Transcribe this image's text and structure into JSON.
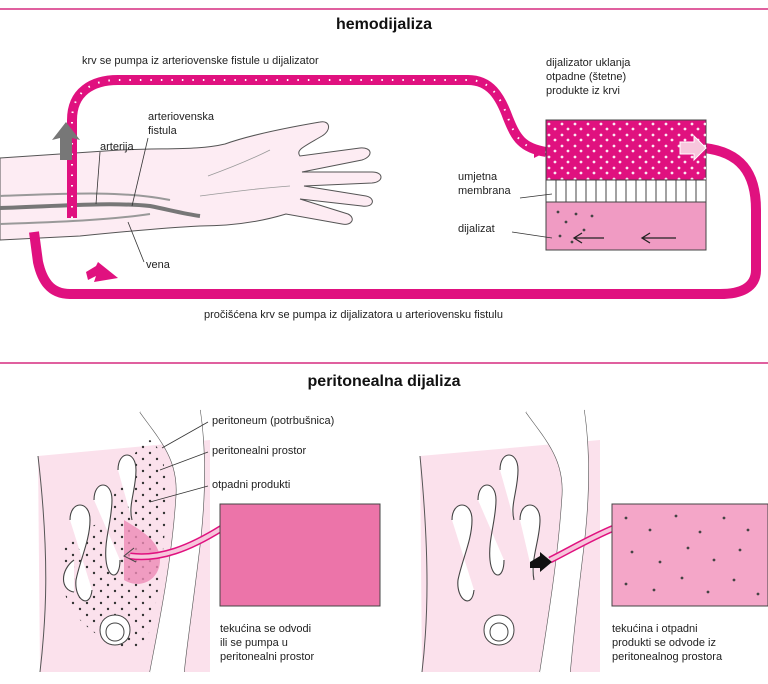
{
  "hemo": {
    "title": "hemodijaliza",
    "top_caption": "krv se pumpa iz arteriovenske fistule u dijalizator",
    "bottom_caption": "pročišćena krv se pumpa iz dijalizatora u arteriovensku fistulu",
    "arteriovenska": "arteriovenska",
    "fistula": "fistula",
    "arterija": "arterija",
    "vena": "vena",
    "dializator_line1": "dijalizator uklanja",
    "dializator_line2": "otpadne (štetne)",
    "dializator_line3": "produkte iz krvi",
    "membrana_line1": "umjetna",
    "membrana_line2": "membrana",
    "dijalizat": "dijalizat"
  },
  "peri": {
    "title": "peritonealna dijaliza",
    "peritoneum": "peritoneum (potrbušnica)",
    "prostor": "peritonealni prostor",
    "otpadni": "otpadni produkti",
    "left_line1": "tekućina se odvodi",
    "left_line2": "ili se pumpa u",
    "left_line3": "peritonealni prostor",
    "right_line1": "tekućina i otpadni",
    "right_line2": "produkti se odvode iz",
    "right_line3": "peritonealnog prostora"
  },
  "colors": {
    "magenta": "#e0117f",
    "light_pink": "#f7c6dc",
    "mid_pink": "#ee8bb7",
    "rule": "#e0609f"
  }
}
